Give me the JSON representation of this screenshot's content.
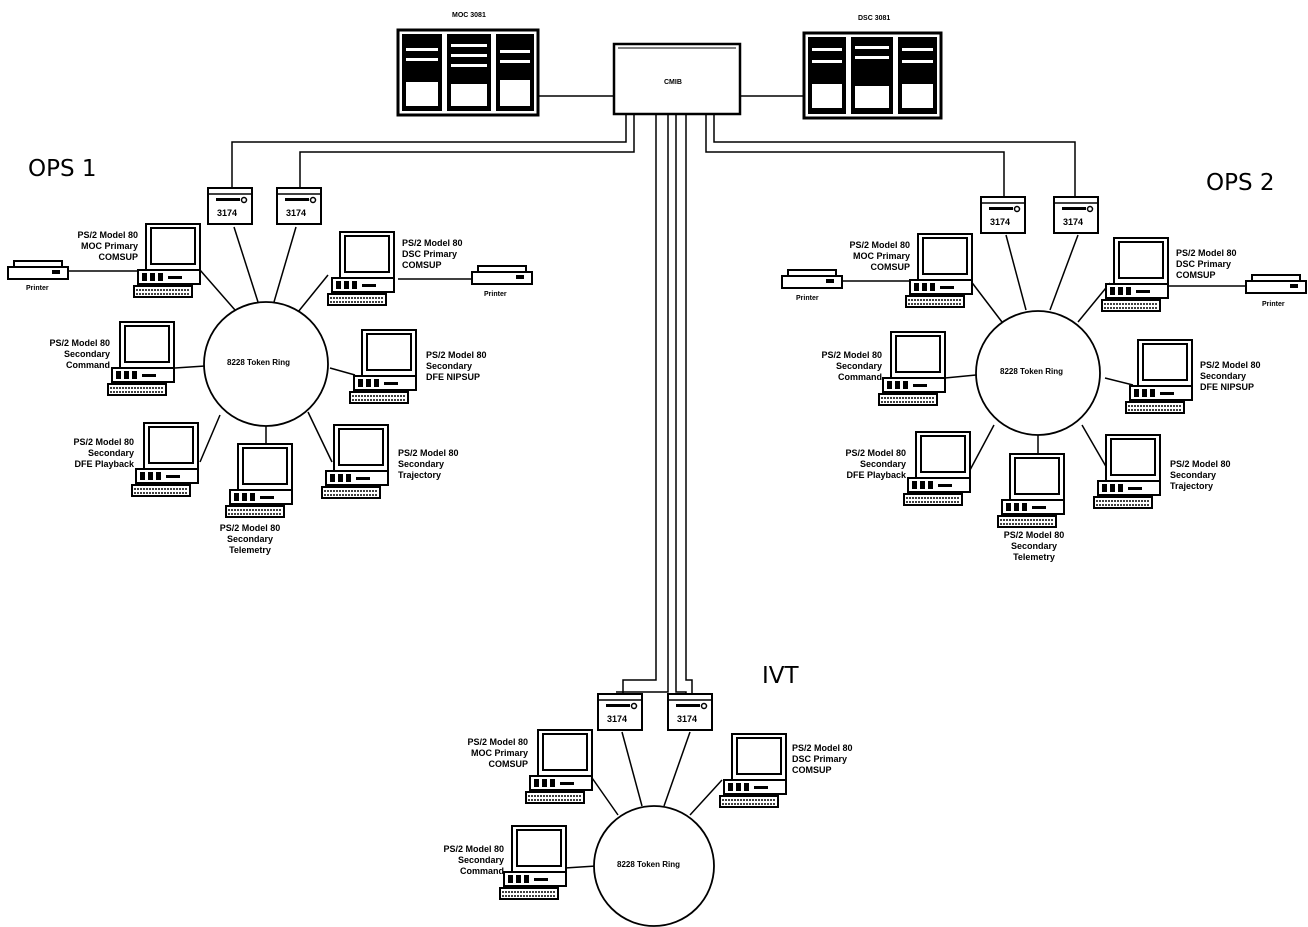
{
  "host": {
    "left_system": "MOC 3081",
    "right_system": "DSC 3081",
    "switch": "CMIB"
  },
  "controller_label": "3174",
  "ring_label": "8228 Token Ring",
  "printer_label": "Printer",
  "ops1": {
    "title": "OPS 1",
    "moc_primary": [
      "PS/2 Model 80",
      "MOC Primary",
      "COMSUP"
    ],
    "dsc_primary": [
      "PS/2 Model 80",
      "DSC Primary",
      "COMSUP"
    ],
    "sec_command": [
      "PS/2 Model 80",
      "Secondary",
      "Command"
    ],
    "sec_nipsup": [
      "PS/2 Model 80",
      "Secondary",
      "DFE NIPSUP"
    ],
    "sec_playback": [
      "PS/2 Model 80",
      "Secondary",
      "DFE Playback"
    ],
    "sec_trajectory": [
      "PS/2 Model 80",
      "Secondary",
      "Trajectory"
    ],
    "sec_telemetry": [
      "PS/2 Model 80",
      "Secondary",
      "Telemetry"
    ]
  },
  "ops2": {
    "title": "OPS 2",
    "moc_primary": [
      "PS/2 Model 80",
      "MOC Primary",
      "COMSUP"
    ],
    "dsc_primary": [
      "PS/2 Model 80",
      "DSC Primary",
      "COMSUP"
    ],
    "sec_command": [
      "PS/2 Model 80",
      "Secondary",
      "Command"
    ],
    "sec_nipsup": [
      "PS/2 Model 80",
      "Secondary",
      "DFE NIPSUP"
    ],
    "sec_playback": [
      "PS/2 Model 80",
      "Secondary",
      "DFE Playback"
    ],
    "sec_trajectory": [
      "PS/2 Model 80",
      "Secondary",
      "Trajectory"
    ],
    "sec_telemetry": [
      "PS/2 Model 80",
      "Secondary",
      "Telemetry"
    ]
  },
  "ivt": {
    "title": "IVT",
    "moc_primary": [
      "PS/2 Model 80",
      "MOC Primary",
      "COMSUP"
    ],
    "dsc_primary": [
      "PS/2 Model 80",
      "DSC Primary",
      "COMSUP"
    ],
    "sec_command": [
      "PS/2 Model 80",
      "Secondary",
      "Command"
    ]
  }
}
